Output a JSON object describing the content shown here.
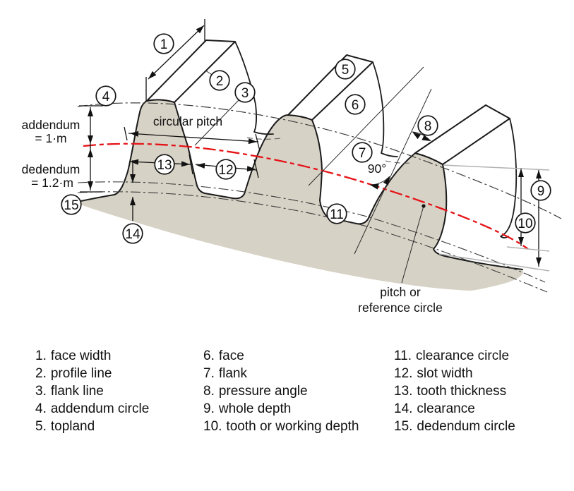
{
  "diagram": {
    "side_labels": {
      "addendum": "addendum",
      "addendum_value": "= 1·m",
      "dedendum": "dedendum",
      "dedendum_value": "= 1.2·m"
    },
    "annotations": {
      "circular_pitch": "circular pitch",
      "right_angle": "90°",
      "pitch_label_line1": "pitch or",
      "pitch_label_line2": "reference circle"
    },
    "callouts": {
      "c1": "1",
      "c2": "2",
      "c3": "3",
      "c4": "4",
      "c5": "5",
      "c6": "6",
      "c7": "7",
      "c8": "8",
      "c9": "9",
      "c10": "10",
      "c11": "11",
      "c12": "12",
      "c13": "13",
      "c14": "14",
      "c15": "15"
    },
    "colors": {
      "tooth_fill": "#d7d2c6",
      "pitch_line_red": "#e51317",
      "outline_black": "#1b1b1b",
      "arc_gray": "#3c3c3c",
      "extension_gray": "#b2b2b2"
    }
  },
  "legend": {
    "column1": [
      {
        "num": "1.",
        "label": "face width"
      },
      {
        "num": "2.",
        "label": "profile line"
      },
      {
        "num": "3.",
        "label": "flank line"
      },
      {
        "num": "4.",
        "label": "addendum circle"
      },
      {
        "num": "5.",
        "label": "topland"
      }
    ],
    "column2": [
      {
        "num": "6.",
        "label": "face"
      },
      {
        "num": "7.",
        "label": "flank"
      },
      {
        "num": "8.",
        "label": "pressure angle"
      },
      {
        "num": "9.",
        "label": "whole depth"
      },
      {
        "num": "10.",
        "label": "tooth or working depth"
      }
    ],
    "column3": [
      {
        "num": "11.",
        "label": "clearance circle"
      },
      {
        "num": "12.",
        "label": "slot width"
      },
      {
        "num": "13.",
        "label": "tooth thickness"
      },
      {
        "num": "14.",
        "label": "clearance"
      },
      {
        "num": "15.",
        "label": "dedendum circle"
      }
    ]
  }
}
